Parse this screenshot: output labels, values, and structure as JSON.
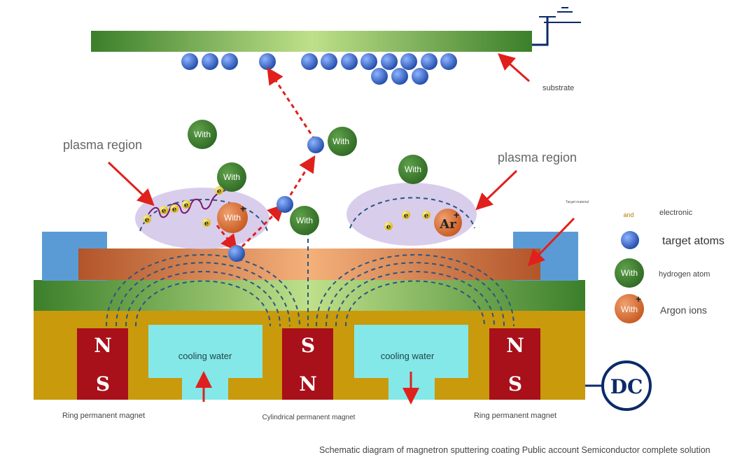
{
  "labels": {
    "substrate": "substrate",
    "plasma_left": "plasma region",
    "plasma_right": "plasma region",
    "target_material": "Target material",
    "cooling_water_left": "cooling water",
    "cooling_water_right": "cooling water",
    "ring_magnet_left": "Ring permanent magnet",
    "cylindrical_magnet": "Cylindrical permanent magnet",
    "ring_magnet_right": "Ring permanent magnet",
    "dc": "DC",
    "caption": "Schematic diagram of magnetron sputtering coating Public account Semiconductor complete solution"
  },
  "atoms": {
    "hydrogen_label": "With",
    "argon_label": "Ar",
    "electron_label": "e",
    "plus_sign": "+"
  },
  "magnets": {
    "left": [
      "N",
      "S"
    ],
    "center": [
      "S",
      "N"
    ],
    "right": [
      "N",
      "S"
    ]
  },
  "legend": {
    "electron": {
      "symbol": "and",
      "label": "electronic"
    },
    "target_atom": {
      "label": "target atoms"
    },
    "hydrogen": {
      "symbol": "With",
      "label": "hydrogen atom"
    },
    "argon": {
      "symbol": "With",
      "plus": "+",
      "label": "Argon ions"
    }
  },
  "colors": {
    "substrate_green": "#3f8a2e",
    "target_orange": "#d9773a",
    "magnet_red": "#a8101a",
    "body_gold": "#c99a0c",
    "cooling_cyan": "#84e8e8",
    "shield_blue": "#5b9bd5",
    "plasma_lavender": "#c9b8e4",
    "arrow_red": "#e0201c"
  }
}
